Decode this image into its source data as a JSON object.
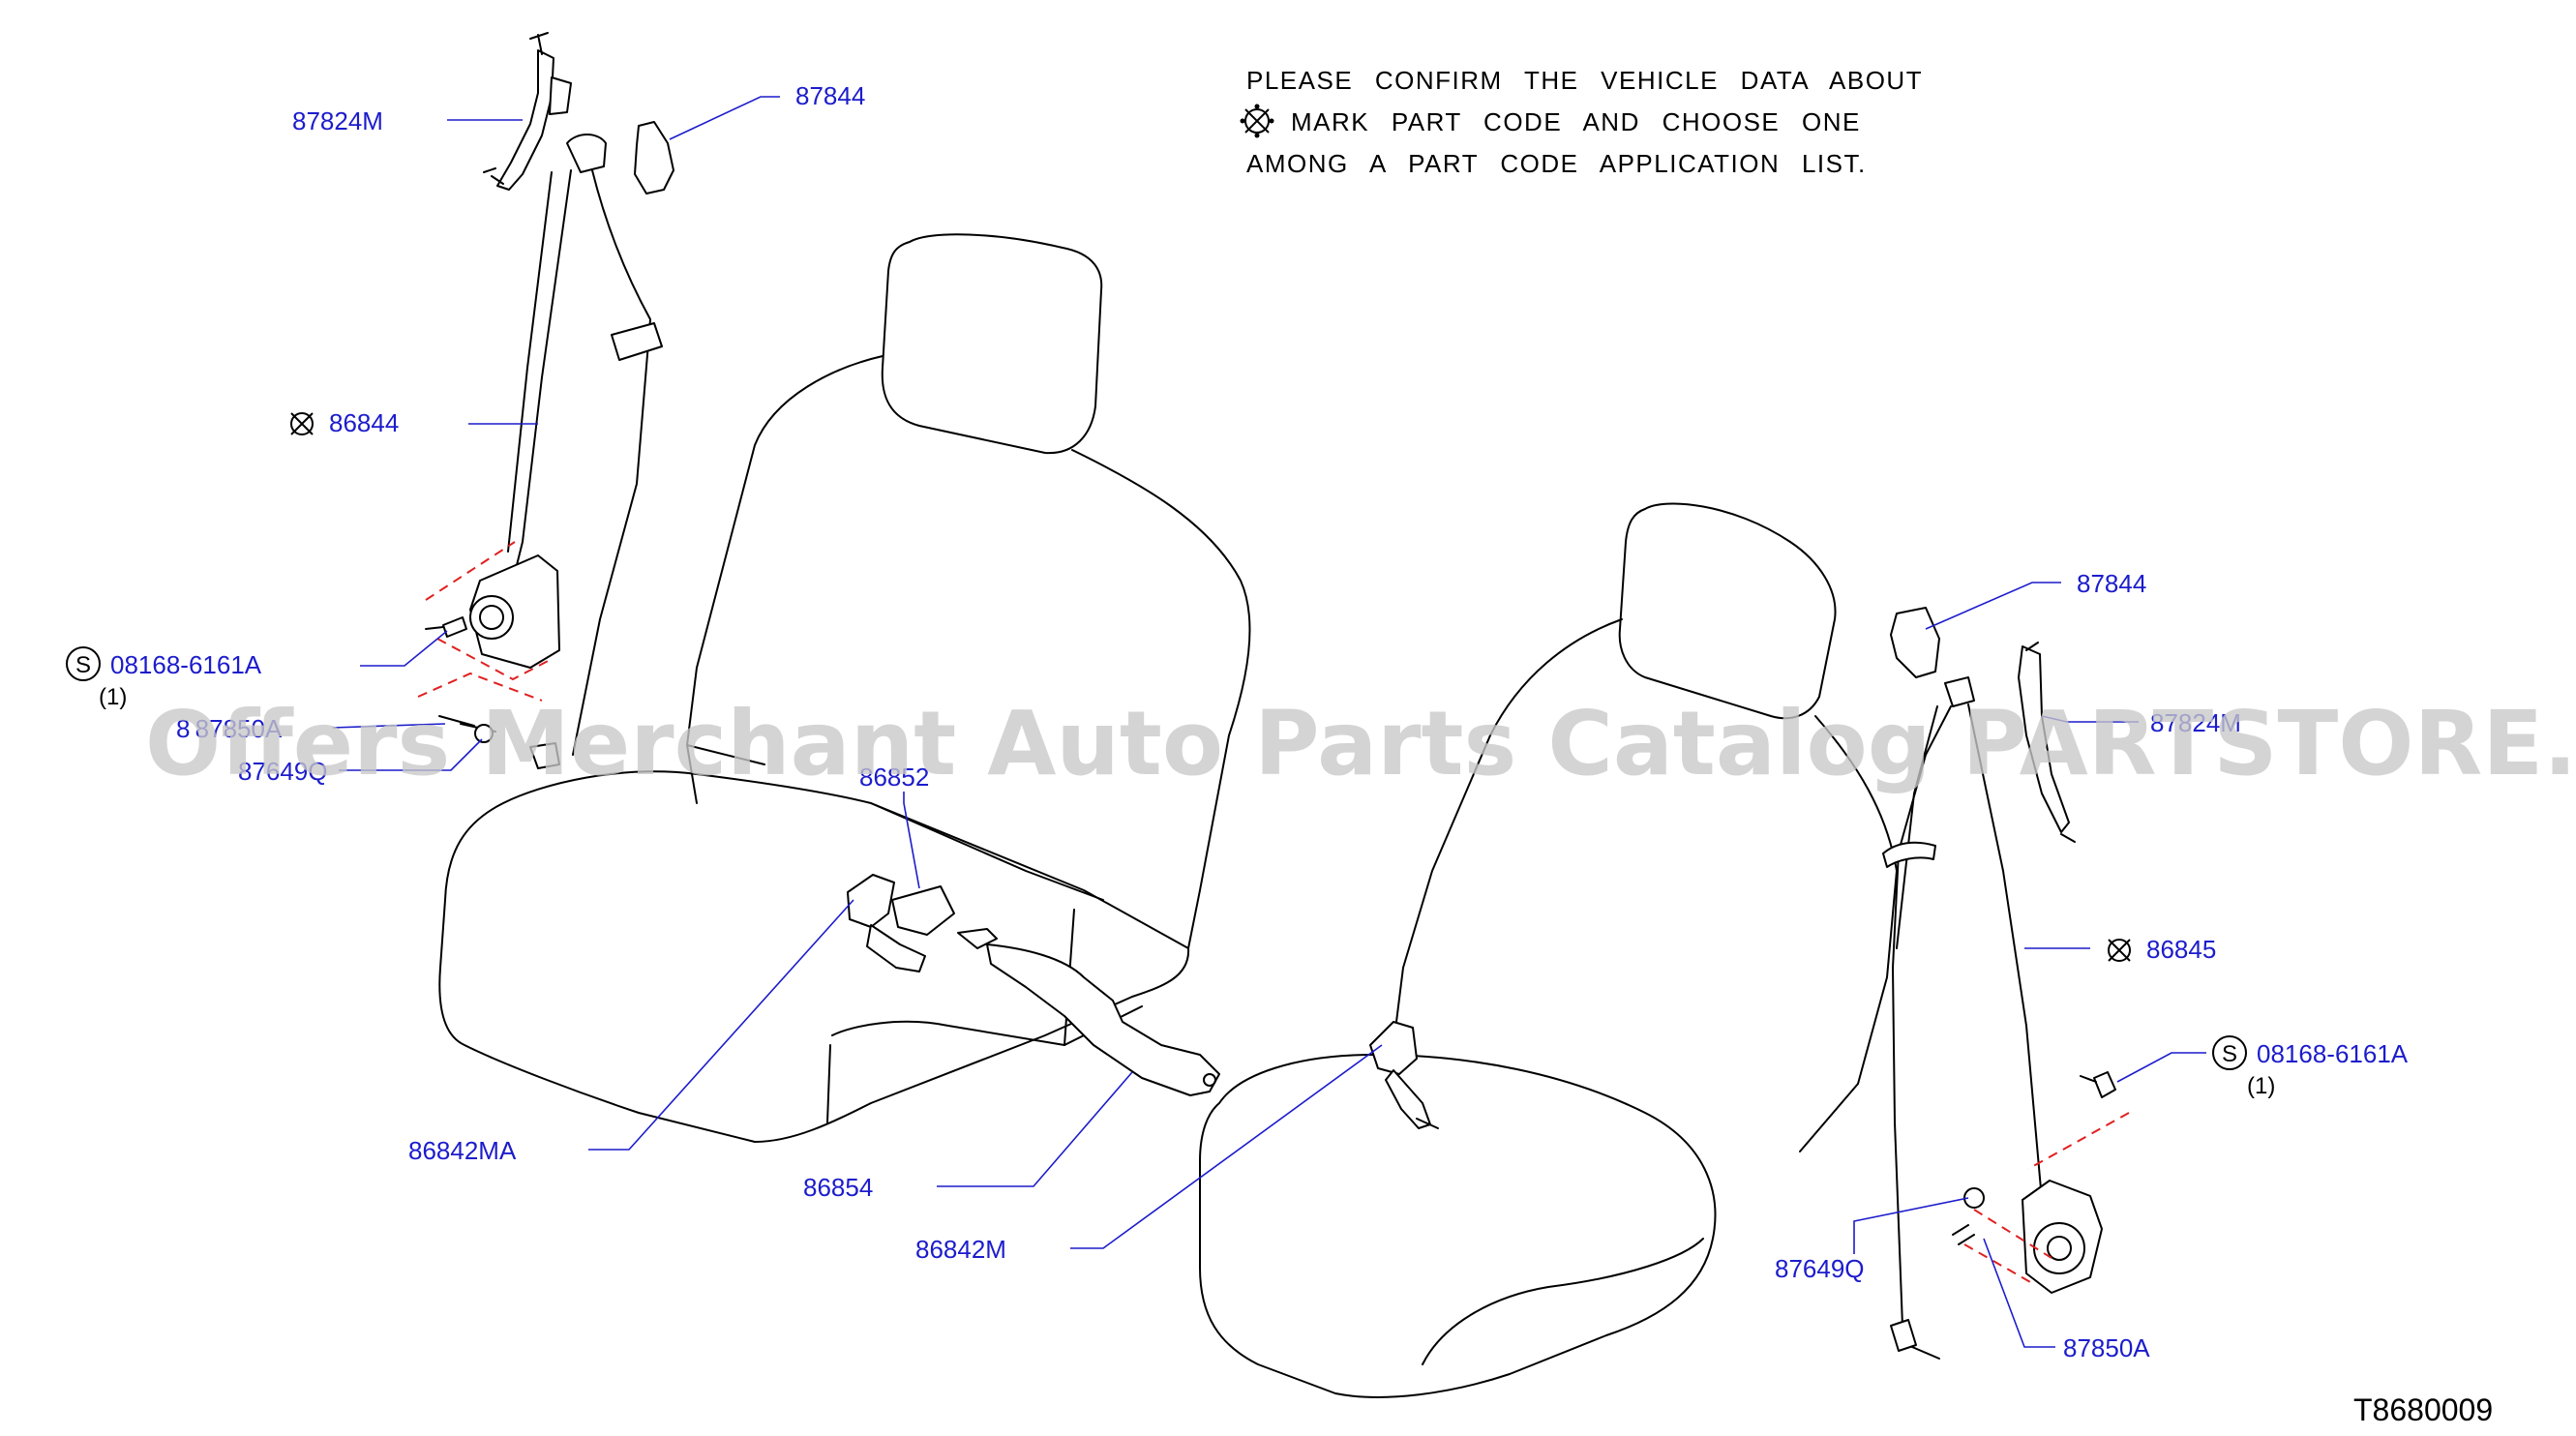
{
  "note": {
    "line1": "PLEASE CONFIRM THE VEHICLE DATA ABOUT",
    "line2": "MARK PART CODE AND CHOOSE ONE",
    "line3": "AMONG A PART CODE APPLICATION LIST."
  },
  "left_parts": {
    "p87824M": "87824M",
    "p87844": "87844",
    "p86844": "86844",
    "s_letter": "S",
    "p08168": "08168-6161A",
    "qty": "(1)",
    "p87850A_partial": "8 87850A",
    "p87649Q": "87649Q"
  },
  "center_parts": {
    "p86852": "86852",
    "p86842MA": "86842MA",
    "p86854": "86854",
    "p86842M": "86842M"
  },
  "right_parts": {
    "p87844": "87844",
    "p87824M": "87824M",
    "p86845": "86845",
    "s_letter": "S",
    "p08168": "08168-6161A",
    "qty": "(1)",
    "p87649Q": "87649Q",
    "p87850A": "87850A"
  },
  "reference_code": "T8680009",
  "watermark": "Offers Merchant Auto Parts Catalog PARTSTORE.SA",
  "colors": {
    "part_label": "#1c1ccc",
    "dashed_guides": "#e02020",
    "outline": "#000000",
    "watermark": "#c8c8c8"
  }
}
